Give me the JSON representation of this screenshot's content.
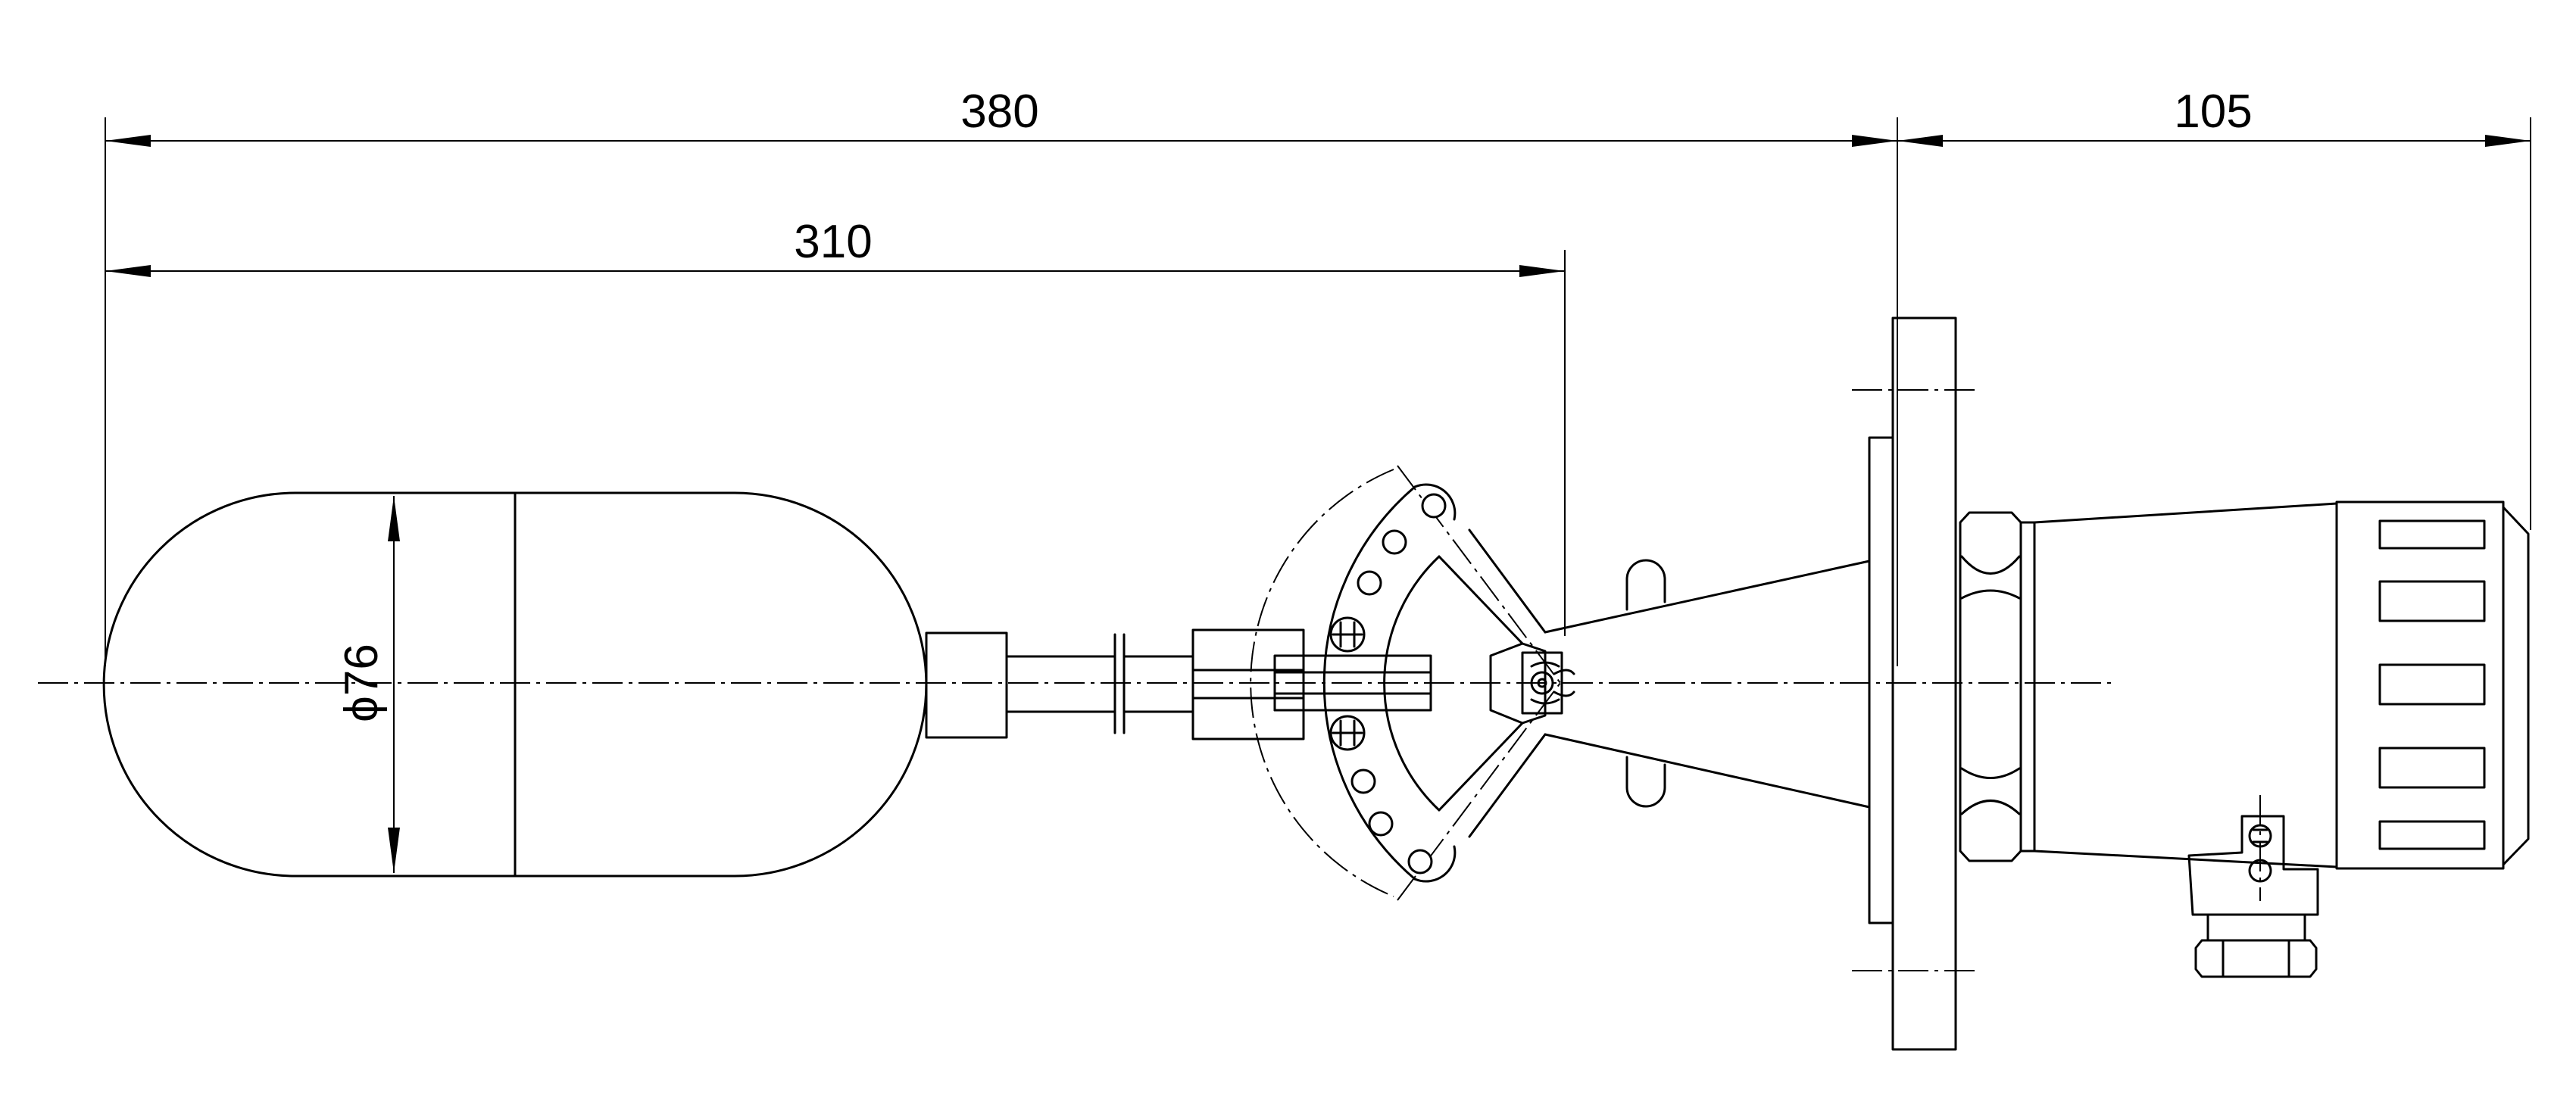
{
  "dimensions": {
    "total_length": "380",
    "float_to_pivot": "310",
    "head_length": "105",
    "float_diameter": "ϕ76"
  }
}
